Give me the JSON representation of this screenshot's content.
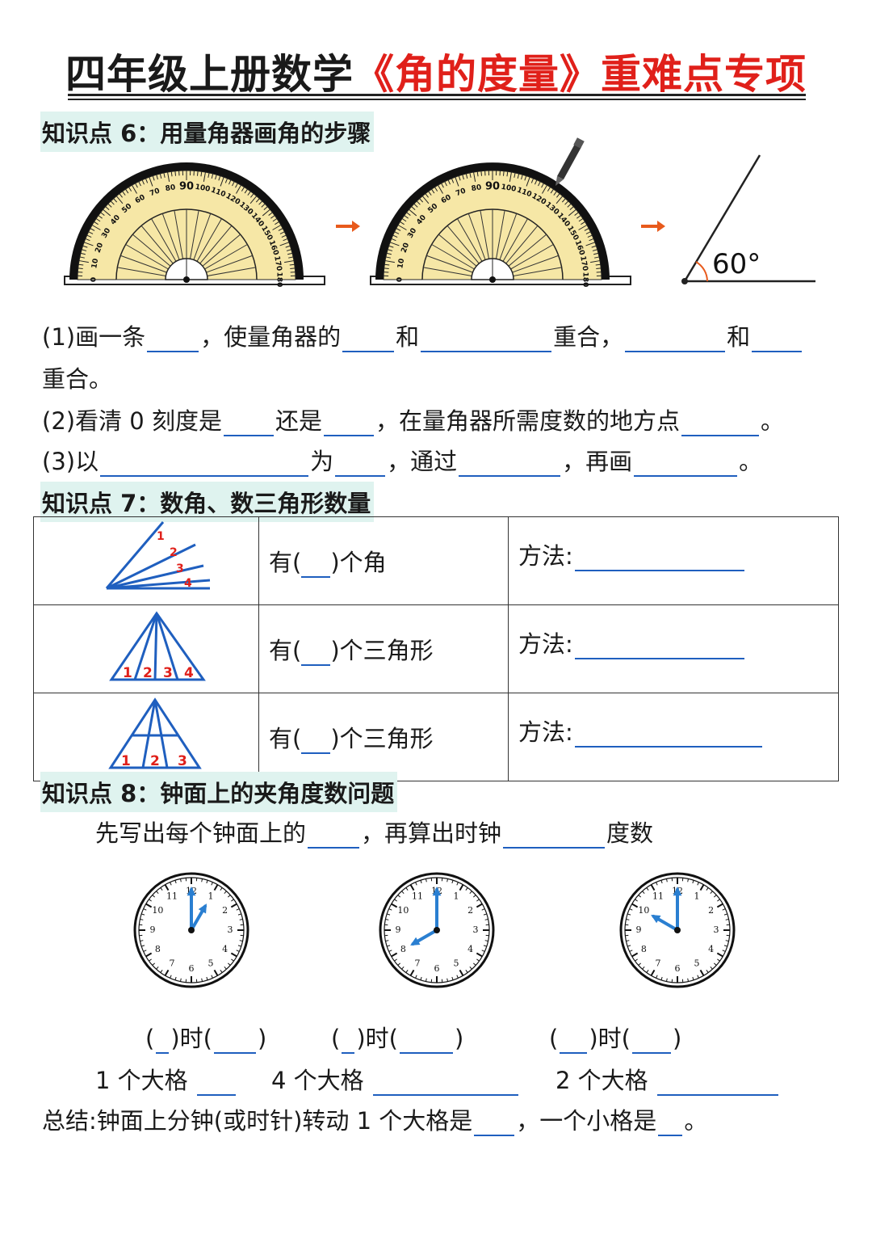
{
  "title": {
    "black": "四年级上册数学",
    "red": "《角的度量》重难点专项"
  },
  "kp6": {
    "heading": "知识点 6：用量角器画角的步骤",
    "angle_label": "60°",
    "protractor_outer_labels": [
      "0",
      "10",
      "20",
      "30",
      "40",
      "50",
      "60",
      "70",
      "80",
      "90",
      "100",
      "110",
      "120",
      "130",
      "140",
      "150",
      "160",
      "170",
      "180"
    ],
    "s1_a": "(1)画一条",
    "s1_b": "，使量角器的",
    "s1_c": "和",
    "s1_d": "重合，",
    "s1_e": "和",
    "s1_f": "重合。",
    "s2_a": "(2)看清 0 刻度是",
    "s2_b": "还是",
    "s2_c": "，在量角器所需度数的地方点",
    "s2_d": "。",
    "s3_a": "(3)以",
    "s3_b": "为",
    "s3_c": "，通过",
    "s3_d": "，再画",
    "s3_e": "。"
  },
  "kp7": {
    "heading": "知识点 7：数角、数三角形数量",
    "rows": [
      {
        "count_pre": "有(",
        "count_post": ")个角",
        "method": "方法:",
        "fig_labels": [
          "1",
          "2",
          "3",
          "4"
        ]
      },
      {
        "count_pre": "有(",
        "count_post": ")个三角形",
        "method": "方法:",
        "fig_labels": [
          "1",
          "2",
          "3",
          "4"
        ]
      },
      {
        "count_pre": "有(",
        "count_post": ")个三角形",
        "method": "方法:",
        "fig_labels": [
          "1",
          "2",
          "3"
        ]
      }
    ]
  },
  "kp8": {
    "heading": "知识点 8：钟面上的夹角度数问题",
    "intro_a": "先写出每个钟面上的",
    "intro_b": "，再算出时钟",
    "intro_c": "度数",
    "clocks": [
      {
        "hour": 1,
        "minute": 0
      },
      {
        "hour": 8,
        "minute": 0
      },
      {
        "hour": 10,
        "minute": 0
      }
    ],
    "clock_numbers": [
      "12",
      "1",
      "2",
      "3",
      "4",
      "5",
      "6",
      "7",
      "8",
      "9",
      "10",
      "11"
    ],
    "time_open": "(",
    "time_mid": ")时(",
    "time_close": ")",
    "grid1": "1 个大格",
    "grid4": "4 个大格",
    "grid2": "2 个大格",
    "summary_a": "总结:钟面上分钟(或时针)转动 1 个大格是",
    "summary_b": "，一个小格是",
    "summary_c": "。"
  },
  "colors": {
    "title_red": "#e0201a",
    "highlight": "#dff3ef",
    "blank_blue": "#1f5fbf",
    "protractor_fill": "#f6e7a6",
    "figure_blue": "#1f5fbf",
    "clock_hand": "#2a7fd1"
  }
}
